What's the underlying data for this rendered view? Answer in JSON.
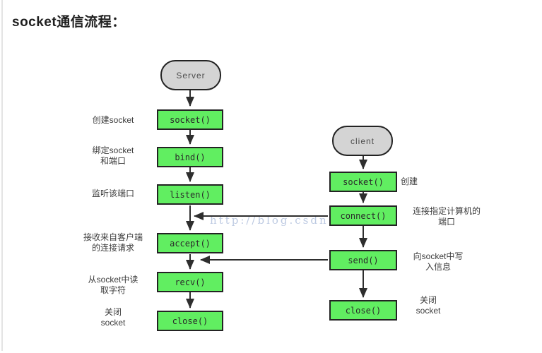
{
  "page": {
    "title": "socket通信流程："
  },
  "watermark": {
    "text": "http://blog.csdn.n"
  },
  "colors": {
    "box_green": "#61ee61",
    "node_gray": "#d4d4d4",
    "line": "#2e2e2e",
    "watermark_blue": "#bdcae2"
  },
  "server": {
    "start_label": "Server",
    "steps": [
      {
        "id": "socket",
        "label": "socket()",
        "note": "创建socket"
      },
      {
        "id": "bind",
        "label": "bind()",
        "note": "绑定socket\n和端口"
      },
      {
        "id": "listen",
        "label": "listen()",
        "note": "监听该端口"
      },
      {
        "id": "accept",
        "label": "accept()",
        "note": "接收来自客户端\n的连接请求"
      },
      {
        "id": "recv",
        "label": "recv()",
        "note": "从socket中读\n取字符"
      },
      {
        "id": "close",
        "label": "close()",
        "note": "关闭\nsocket"
      }
    ]
  },
  "client": {
    "start_label": "client",
    "steps": [
      {
        "id": "socket",
        "label": "socket()",
        "note": "创建"
      },
      {
        "id": "connect",
        "label": "connect()",
        "note": "连接指定计算机的\n端口"
      },
      {
        "id": "send",
        "label": "send()",
        "note": "向socket中写\n入信息"
      },
      {
        "id": "close",
        "label": "close()",
        "note": "关闭\nsocket"
      }
    ]
  }
}
